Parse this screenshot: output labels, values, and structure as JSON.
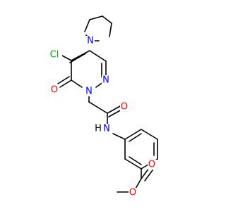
{
  "colors": {
    "background": "#ffffff",
    "bond": "#000000",
    "nitrogen": "#0000ff",
    "oxygen": "#ff0000",
    "chlorine": "#00aa00",
    "hydrogen": "#000000"
  },
  "atoms": {
    "cl": "Cl",
    "o_ring": "O",
    "n_pyrrolidine": "N",
    "n_pyridazine_1": "N",
    "n_pyridazine_2": "N",
    "o_amide": "O",
    "n_amide": "N",
    "h_amide": "H",
    "o_ester_carbonyl": "O",
    "o_ester_ether": "O"
  }
}
